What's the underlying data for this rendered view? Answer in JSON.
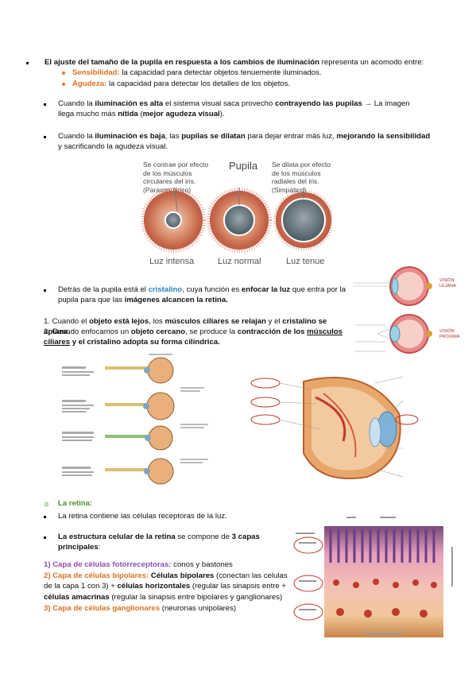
{
  "p1": {
    "lead": "El ajuste del tamaño de la pupila en respuesta a los cambios de iluminación",
    "tail": " representa un acomodo entre:",
    "sens_label": "Sensibilidad:",
    "sens_text": " la capacidad para detectar objetos tenuemente iluminados.",
    "agud_label": "Agudeza:",
    "agud_text": " la capacidad para detectar los detalles de los objetos."
  },
  "p2": {
    "a": "Cuando la ",
    "b": "iluminación es alta",
    "c": " el sistema visual saca provecho ",
    "d": "contrayendo las pupilas",
    "e": " → La imagen llega mucho más ",
    "f": "nítida",
    "g": " (",
    "h": "mejor agudeza visual",
    "i": ")."
  },
  "p3": {
    "a": "Cuando la ",
    "b": "iluminación es baja",
    "c": ", las ",
    "d": "pupilas se dilatan",
    "e": " para dejar entrar más luz, ",
    "f": "mejorando la sensibilidad",
    "g": " y sacrificando la agudeza visual."
  },
  "pupil_fig": {
    "left_note": "Se contrae por efecto de los músculos circulares del iris. (Parasimpático)",
    "center_title": "Pupila",
    "right_note": "Se dilata por efecto de los músculos radiales del iris. (Simpático)",
    "label_left": "Luz intensa",
    "label_center": "Luz normal",
    "label_right": "Luz tenue"
  },
  "p4": {
    "a": "Detrás de la pupila está el ",
    "b": "cristalino",
    "c": ", cuya función es ",
    "d": "enfocar la luz",
    "e": " que entra por la pupila para que las ",
    "f": "imágenes alcancen la retina."
  },
  "list": {
    "n1a": "1. Cuando el ",
    "n1b": "objeto está lejos",
    "n1c": ", los ",
    "n1d": "músculos ciliares se relajan",
    "n1e": " y el ",
    "n1f": "cristalino se aplana.",
    "n2a": "2. Cuando enfocamos un ",
    "n2b": "objeto cercano",
    "n2c": ", se produce la ",
    "n2d": "contracción de los ",
    "n2e": "músculos ciliares",
    "n2f": " y el cristalino adopta su forma cilíndrica."
  },
  "lens_fig": {
    "lejana": "VISIÓN LEJANA",
    "proxima": "VISIÓN PRÓXIMA"
  },
  "retina": {
    "heading": "La retina",
    "colon": ":",
    "bullet1": "La retina contiene las células receptoras de la luz.",
    "b2a": "La estructura celular de la retina",
    "b2b": " se compone de ",
    "b2c": "3 capas principales",
    "b2d": ":",
    "c1num": "1)",
    "c1label": "Capa de células fotorreceptoras:",
    "c1text": " conos y bastones",
    "c2num": "2)",
    "c2label": "Capa de células bipolares:",
    "c2b": " Células bipolares",
    "c2c": " (conectan las celulas de la capa 1 con 3) + ",
    "c2d": "células horizontales",
    "c2e": " (regular las sinapsis entre + ",
    "c2f": "células amacrinas",
    "c2g": " (regular la sinapsis entre bipolares y ganglionares)",
    "c3num": "3)",
    "c3label": "Capa de células ganglionares",
    "c3text": " (neuronas unipolares)"
  },
  "colors": {
    "orange": "#e07020",
    "blue": "#2a7fbf",
    "green": "#4f8f2b",
    "purple": "#8a4fb3"
  }
}
